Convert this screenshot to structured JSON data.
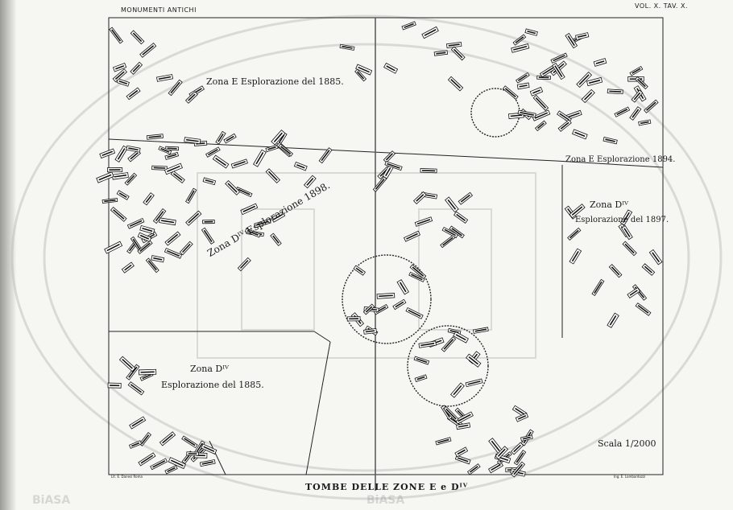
{
  "header": {
    "left": "MONUMENTI ANTICHI",
    "right": "VOL. X. TAV. X."
  },
  "zones": {
    "zona_e_1885": "Zona E Esplorazione del 1885.",
    "zona_e_1894": "Zona E Esplorazione 1894.",
    "zona_div_1897_title": "Zona Dᴵⱽ",
    "zona_div_1897_sub": "Esplorazione del 1897.",
    "zona_div_1898": "Zona Dᴵⱽ Esplorazione 1898.",
    "zona_div_1885_title": "Zona Dᴵⱽ",
    "zona_div_1885_sub": "Esplorazione del 1885."
  },
  "scale_label": "Scala 1/2000",
  "title": "TOMBE DELLE ZONE E e Dᴵⱽ",
  "credits": {
    "left": "Lit. E. Danesi Roma",
    "right": "Ing. E. Lombardozzi"
  },
  "watermark": {
    "left": "BiASA",
    "right": "BiASA"
  },
  "colors": {
    "ink": "#1a1a1a",
    "paper": "#f6f6f2",
    "watermark": "#9c9c9c"
  }
}
